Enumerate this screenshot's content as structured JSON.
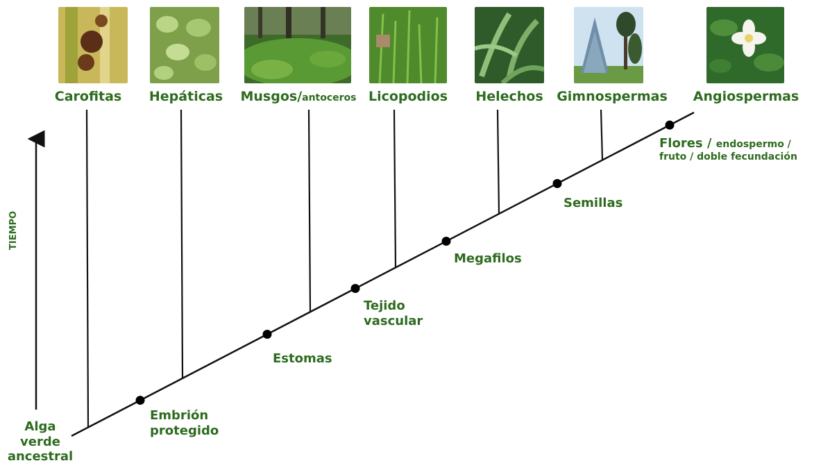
{
  "time_label": "TIEMPO",
  "root": {
    "label_lines": [
      "Alga",
      "verde",
      "ancestral"
    ]
  },
  "taxa": [
    {
      "name": "Carofitas",
      "small": "",
      "icon": "charophyte-photo"
    },
    {
      "name": "Hepáticas",
      "small": "",
      "icon": "liverwort-photo"
    },
    {
      "name": "Musgos/",
      "small": "antoceros",
      "icon": "moss-photo"
    },
    {
      "name": "Licopodios",
      "small": "",
      "icon": "lycopod-photo"
    },
    {
      "name": "Helechos",
      "small": "",
      "icon": "fern-photo"
    },
    {
      "name": "Gimnospermas",
      "small": "",
      "icon": "conifer-photo"
    },
    {
      "name": "Angiospermas",
      "small": "",
      "icon": "flower-photo"
    }
  ],
  "characters": [
    {
      "lines": [
        "Embrión",
        "protegido"
      ]
    },
    {
      "lines": [
        "Estomas"
      ]
    },
    {
      "lines": [
        "Tejido",
        "vascular"
      ]
    },
    {
      "lines": [
        "Megafilos"
      ]
    },
    {
      "lines": [
        "Semillas"
      ]
    },
    {
      "lines": [
        "Flores / endospermo /",
        "fruto / doble fecundación"
      ],
      "small_suffix": [
        "endospermo /",
        "fruto / doble fecundación"
      ]
    }
  ],
  "colors": {
    "label": "#2e6b1f",
    "line": "#111111"
  }
}
